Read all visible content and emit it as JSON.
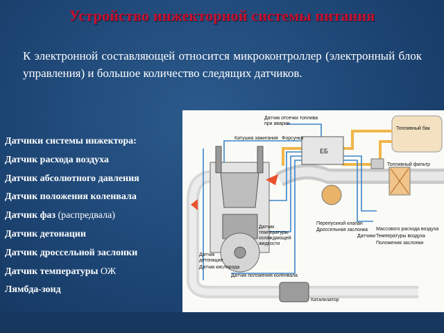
{
  "slide": {
    "title": "Устройство инжекторной  системы питания",
    "intro": "К электронной составляющей относится микроконтроллер (электронный блок управления) и большое количество следящих датчиков."
  },
  "sensors": [
    {
      "bold": "Датчики системы инжектора:",
      "rest": ""
    },
    {
      "bold": "Датчик расхода воздуха",
      "rest": ""
    },
    {
      "bold": "Датчик абсолютного давления",
      "rest": ""
    },
    {
      "bold": "Датчик положения коленвала",
      "rest": ""
    },
    {
      "bold": "Датчик фаз",
      "rest": " (распредвала)"
    },
    {
      "bold": "Датчик детонации",
      "rest": ""
    },
    {
      "bold": "Датчик дроссельной заслонки",
      "rest": ""
    },
    {
      "bold": "Датчик температуры",
      "rest": " ОЖ"
    },
    {
      "bold": "Лямбда-зонд",
      "rest": ""
    }
  ],
  "diagram": {
    "fuel_cutoff_sensor": [
      "Датчик отсечки топлива",
      "при аварии"
    ],
    "ignition_coil": "Катушка зажигания",
    "injector": "Форсунка",
    "ecu": "ЕБ",
    "fuel_tank": "Топливный бак",
    "fuel_filter": "Топливный фильтр",
    "bypass_valve": "Перепускной клапан",
    "throttle_valve": "Дроссельная заслонка",
    "sensors_word": "Датчики",
    "coolant_temp_sensor": [
      "Датчик",
      "температуры",
      "охлаждающей",
      "жидкости"
    ],
    "knock_sensor": [
      "Датчик",
      "детонации"
    ],
    "oxygen_sensor": "Датчик кислорода",
    "crank_position_sensor": "Датчик положения коленвала",
    "air_sensors": [
      "Массового расхода воздуха",
      "Температуры воздуха",
      "Положения заслонки"
    ],
    "catalyst": "Катализатор"
  }
}
